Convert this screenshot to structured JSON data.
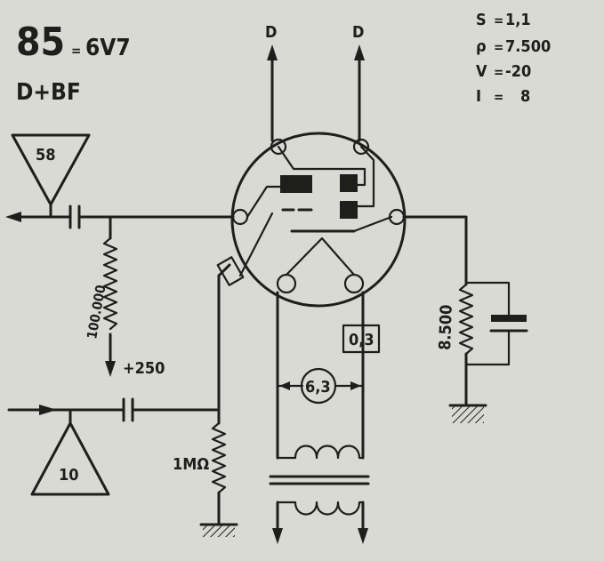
{
  "tube": {
    "number": "85",
    "equivalent": "6V7",
    "type": "D+BF"
  },
  "parameters": [
    {
      "symbol": "S",
      "value": "1,1"
    },
    {
      "symbol": "ρ",
      "value": "7.500"
    },
    {
      "symbol": "V",
      "value": "-20"
    },
    {
      "symbol": "I",
      "value": "8"
    }
  ],
  "terminals": {
    "diode_left": "D",
    "diode_right": "D"
  },
  "triangles": {
    "top": "58",
    "bottom": "10"
  },
  "components": {
    "plate_resistor": "100.000",
    "supply": "+250",
    "grid_resistor": "1MΩ",
    "cathode_resistor": "8.500",
    "heater_current": "0,3",
    "heater_voltage": "6,3"
  },
  "colors": {
    "paper": "#d9dad3",
    "ink": "#1e1f1c"
  }
}
